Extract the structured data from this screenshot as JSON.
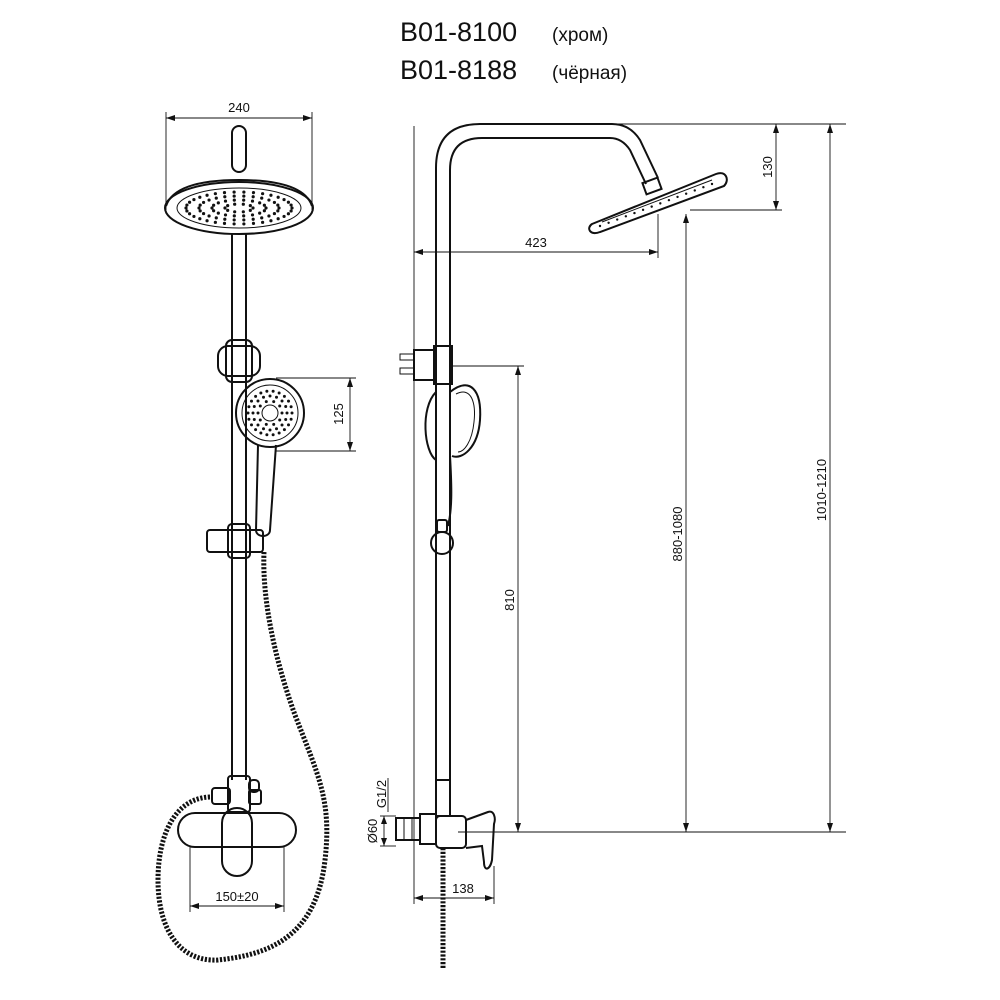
{
  "title": {
    "line1_model": "B01-8100",
    "line1_finish": "(хром)",
    "line2_model": "B01-8188",
    "line2_finish": "(чёрная)"
  },
  "dimensions": {
    "head_diameter": "240",
    "hand_shower": "125",
    "mixer_spacing": "150±20",
    "arm_reach": "423",
    "head_height": "130",
    "hand_holder_height": "810",
    "head_drop_range": "880-1080",
    "total_height_range": "1010-1210",
    "flange_diameter": "Ø60",
    "thread": "G1/2",
    "mixer_depth": "138"
  }
}
